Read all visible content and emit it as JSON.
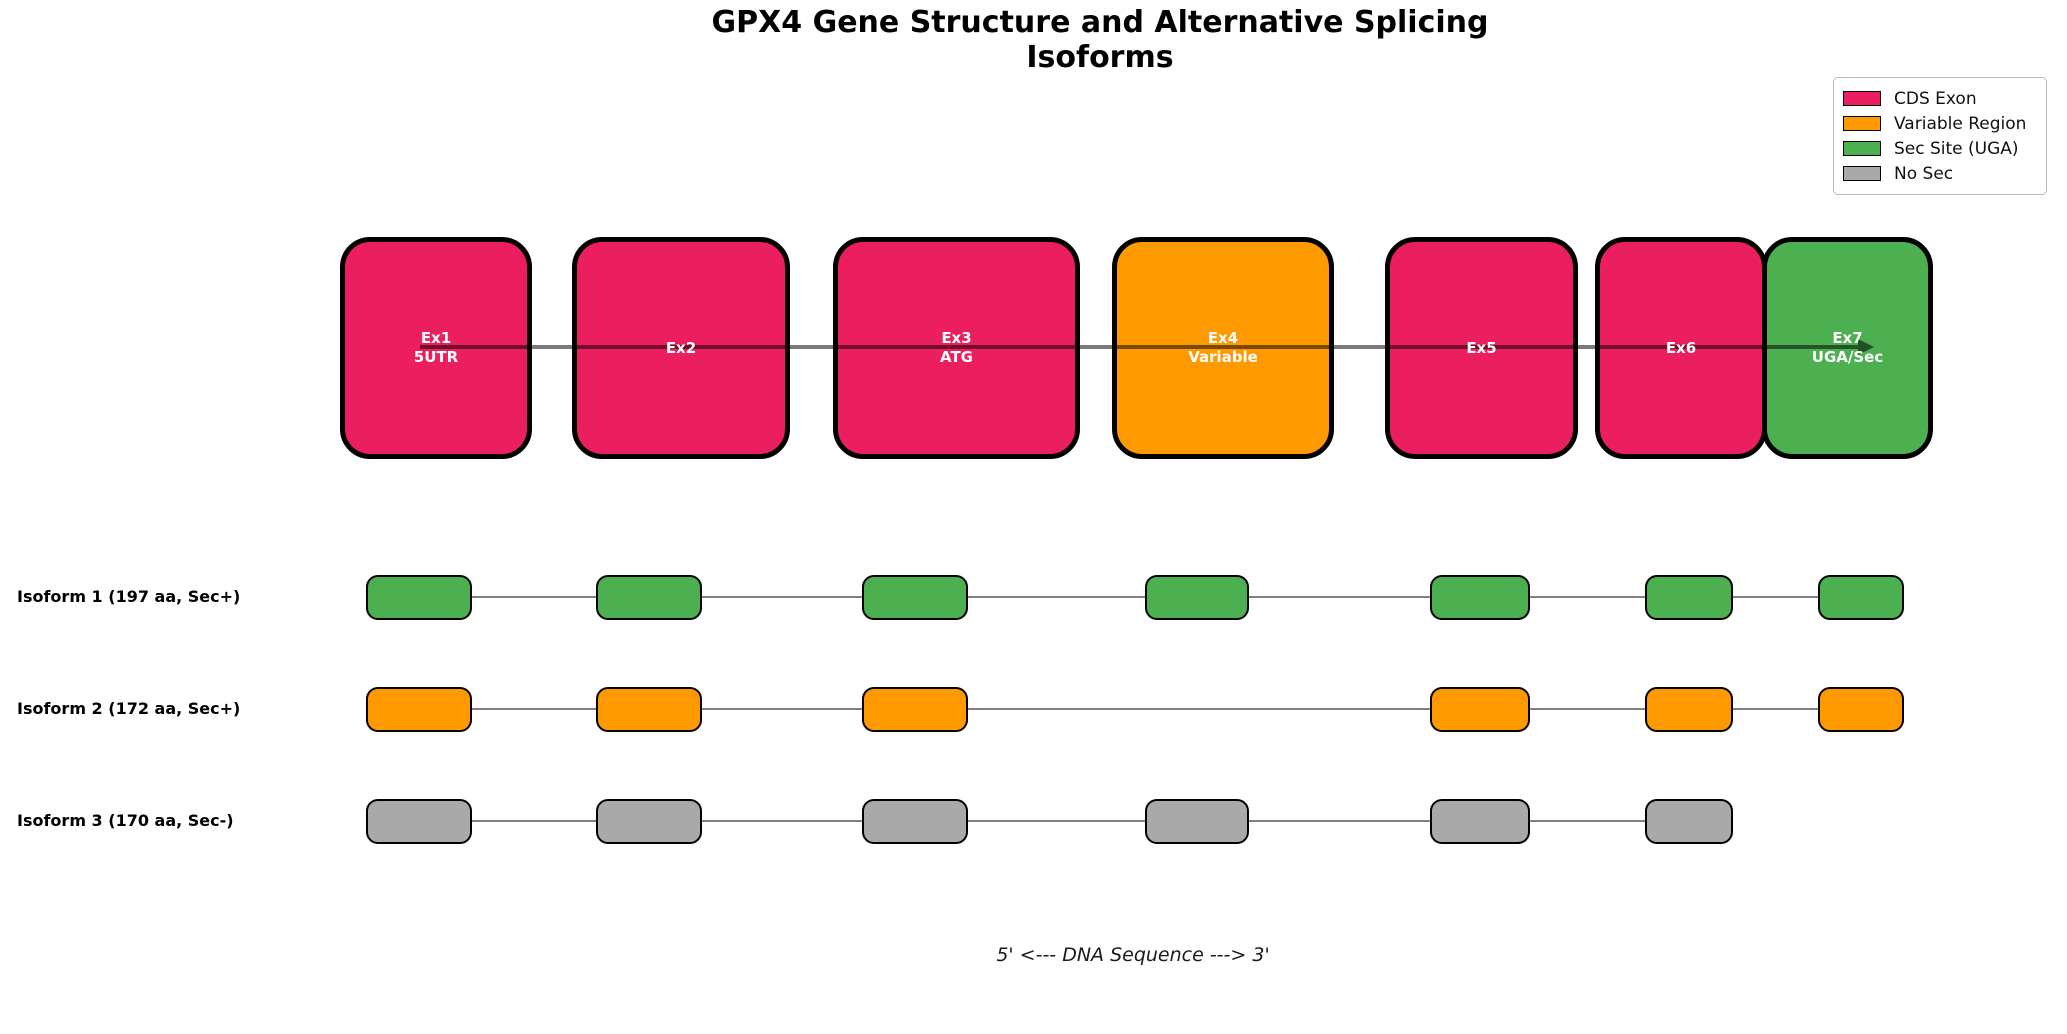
{
  "title": "GPX4 Gene Structure and Alternative Splicing Isoforms",
  "colors": {
    "cds": "#EB1E5F",
    "variable": "#FF9900",
    "sec": "#4CAF50",
    "no_sec": "#A9A9A9"
  },
  "legend": {
    "items": [
      {
        "label": "CDS Exon",
        "color_key": "cds"
      },
      {
        "label": "Variable Region",
        "color_key": "variable"
      },
      {
        "label": "Sec Site (UGA)",
        "color_key": "sec"
      },
      {
        "label": "No Sec",
        "color_key": "no_sec"
      }
    ]
  },
  "gene_track": {
    "exons": [
      {
        "id": "Ex1",
        "sublabel": "5UTR",
        "type": "cds"
      },
      {
        "id": "Ex2",
        "sublabel": "",
        "type": "cds"
      },
      {
        "id": "Ex3",
        "sublabel": "ATG",
        "type": "cds"
      },
      {
        "id": "Ex4",
        "sublabel": "Variable",
        "type": "variable"
      },
      {
        "id": "Ex5",
        "sublabel": "",
        "type": "cds"
      },
      {
        "id": "Ex6",
        "sublabel": "",
        "type": "cds"
      },
      {
        "id": "Ex7",
        "sublabel": "UGA/Sec",
        "type": "sec"
      }
    ]
  },
  "isoforms": [
    {
      "label": "Isoform 1 (197 aa, Sec+)",
      "color_key": "sec",
      "exons": [
        1,
        2,
        3,
        4,
        5,
        6,
        7
      ]
    },
    {
      "label": "Isoform 2 (172 aa, Sec+)",
      "color_key": "variable",
      "exons": [
        1,
        2,
        3,
        5,
        6,
        7
      ]
    },
    {
      "label": "Isoform 3 (170 aa, Sec-)",
      "color_key": "no_sec",
      "exons": [
        1,
        2,
        3,
        4,
        5,
        6
      ]
    }
  ],
  "axis_note": "5' <--- DNA Sequence ---> 3'"
}
